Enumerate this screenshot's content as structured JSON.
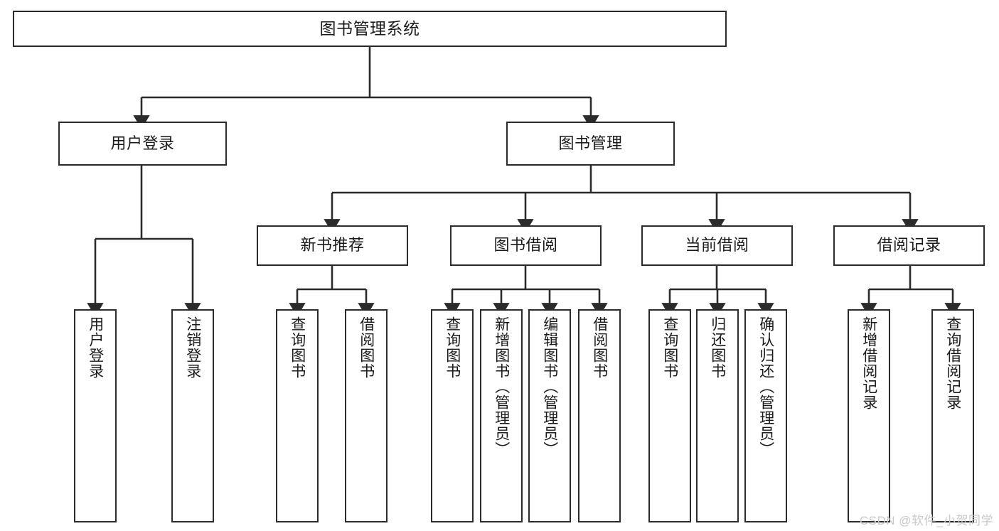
{
  "diagram": {
    "title": "图书管理系统",
    "type": "tree",
    "watermark": "CSDN @软件_小贺同学",
    "colors": {
      "stroke": "#2b2b2b",
      "fill": "#ffffff",
      "text": "#1a1a1a",
      "background": "#ffffff",
      "watermark": "#c9c9c9"
    },
    "root": {
      "id": "root",
      "label": "图书管理系统"
    },
    "level1": [
      {
        "id": "user-login",
        "label": "用户登录"
      },
      {
        "id": "book-manage",
        "label": "图书管理"
      }
    ],
    "level2": [
      {
        "id": "new-book-recommend",
        "label": "新书推荐",
        "parent": "book-manage"
      },
      {
        "id": "book-borrow",
        "label": "图书借阅",
        "parent": "book-manage"
      },
      {
        "id": "current-borrow",
        "label": "当前借阅",
        "parent": "book-manage"
      },
      {
        "id": "borrow-record",
        "label": "借阅记录",
        "parent": "book-manage"
      }
    ],
    "leaves": [
      {
        "id": "leaf-user-login",
        "label": "用户登录",
        "parent": "user-login"
      },
      {
        "id": "leaf-user-logout",
        "label": "注销登录",
        "parent": "user-login"
      },
      {
        "id": "leaf-query-book-1",
        "label": "查询图书",
        "parent": "new-book-recommend"
      },
      {
        "id": "leaf-borrow-book-1",
        "label": "借阅图书",
        "parent": "new-book-recommend"
      },
      {
        "id": "leaf-query-book-2",
        "label": "查询图书",
        "parent": "book-borrow"
      },
      {
        "id": "leaf-add-book",
        "label": "新增图书（管理员）",
        "parent": "book-borrow"
      },
      {
        "id": "leaf-edit-book",
        "label": "编辑图书（管理员）",
        "parent": "book-borrow"
      },
      {
        "id": "leaf-borrow-book-2",
        "label": "借阅图书",
        "parent": "book-borrow"
      },
      {
        "id": "leaf-query-book-3",
        "label": "查询图书",
        "parent": "current-borrow"
      },
      {
        "id": "leaf-return-book",
        "label": "归还图书",
        "parent": "current-borrow"
      },
      {
        "id": "leaf-confirm-return",
        "label": "确认归还（管理员）",
        "parent": "current-borrow"
      },
      {
        "id": "leaf-add-record",
        "label": "新增借阅记录",
        "parent": "borrow-record"
      },
      {
        "id": "leaf-query-record",
        "label": "查询借阅记录",
        "parent": "borrow-record"
      }
    ]
  }
}
